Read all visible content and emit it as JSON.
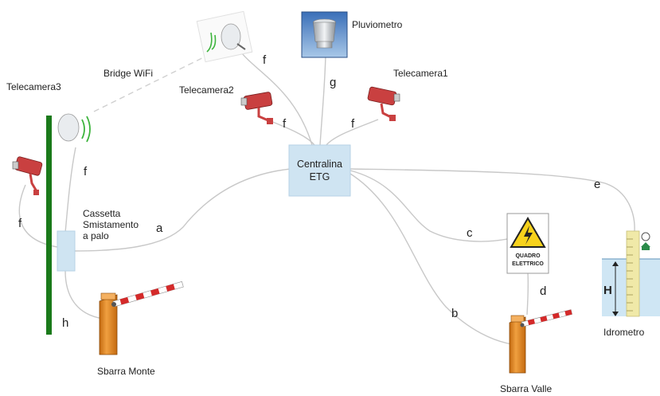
{
  "labels": {
    "centralina_line1": "Centralina",
    "centralina_line2": "ETG",
    "pluviometro": "Pluviometro",
    "bridge_wifi": "Bridge WiFi",
    "telecamera1": "Telecamera1",
    "telecamera2": "Telecamera2",
    "telecamera3": "Telecamera3",
    "cassetta_line1": "Cassetta",
    "cassetta_line2": "Smistamento",
    "cassetta_line3": "a palo",
    "quadro_line1": "QUADRO",
    "quadro_line2": "ELETTRICO",
    "idrometro": "Idrometro",
    "sbarra_monte": "Sbarra Monte",
    "sbarra_valle": "Sbarra Valle",
    "level_h": "H"
  },
  "connections": {
    "a": "a",
    "b": "b",
    "c": "c",
    "d": "d",
    "e": "e",
    "f1": "f",
    "f2": "f",
    "f3": "f",
    "f4": "f",
    "f5": "f",
    "g": "g",
    "h": "h"
  },
  "colors": {
    "pole": "#1a7a1a",
    "wire": "#c8c8c8",
    "box": "#cfe4f2",
    "barrier_body": "#e58a1f",
    "barrier_stripe_red": "#d42a2a",
    "camera": "#c94040",
    "wifi_waves": "#3cb43c",
    "water": "#cfe6f4",
    "gauge": "#f0e9a8"
  }
}
